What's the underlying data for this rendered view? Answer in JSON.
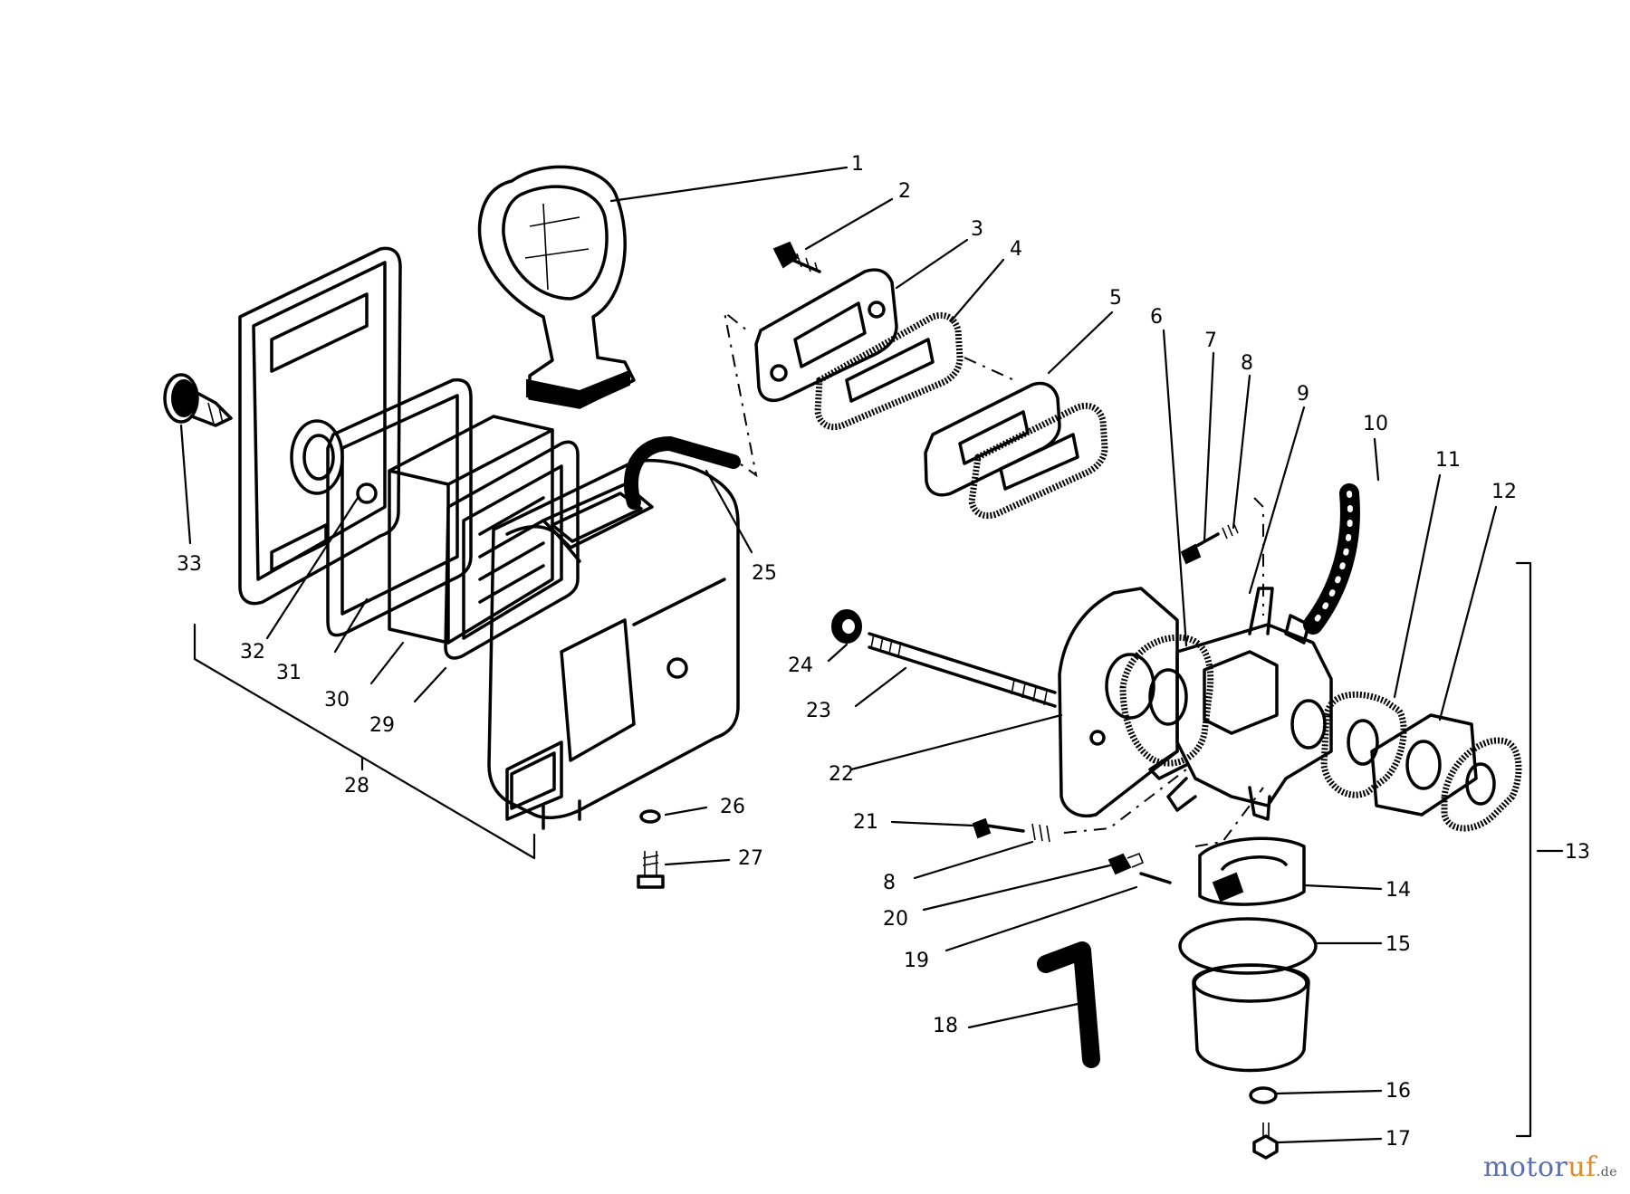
{
  "diagram": {
    "part_numbers": [
      "1",
      "2",
      "3",
      "4",
      "5",
      "6",
      "7",
      "8",
      "9",
      "10",
      "11",
      "12",
      "13",
      "14",
      "15",
      "16",
      "17",
      "8",
      "18",
      "19",
      "20",
      "21",
      "22",
      "23",
      "24",
      "25",
      "26",
      "27",
      "28",
      "29",
      "30",
      "31",
      "32",
      "33"
    ]
  },
  "watermark": {
    "brand_a": "motor",
    "brand_b": "uf",
    "suffix": ".de"
  }
}
